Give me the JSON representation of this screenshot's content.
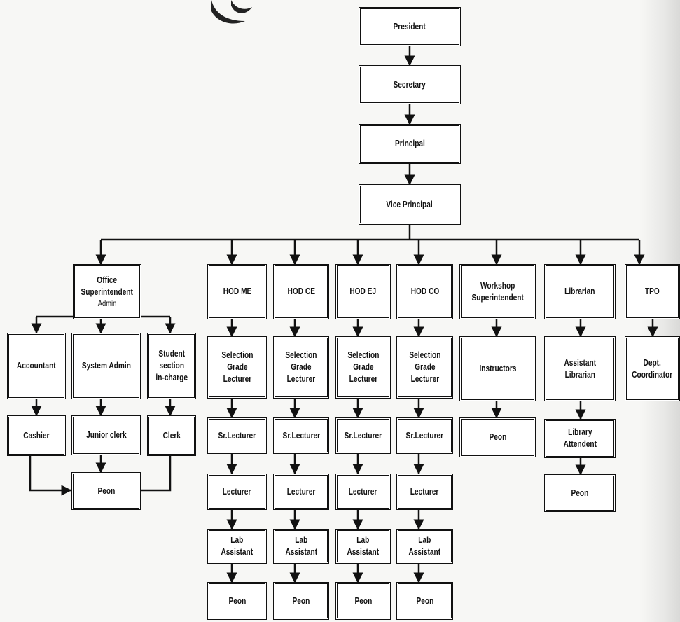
{
  "chart": {
    "top": {
      "president": "President",
      "secretary": "Secretary",
      "principal": "Principal",
      "vice_principal": "Vice Principal"
    },
    "office": {
      "superintendent": "Office\nSuperintendent",
      "superintendent_sub": "Admin",
      "accountant": "Accountant",
      "system_admin": "System Admin",
      "student_section": "Student\nsection\nin-charge",
      "cashier": "Cashier",
      "junior_clerk": "Junior clerk",
      "clerk": "Clerk",
      "peon": "Peon"
    },
    "departments": [
      {
        "hod": "HOD ME",
        "sel": "Selection\nGrade\nLecturer",
        "sr": "Sr.Lecturer",
        "lect": "Lecturer",
        "lab": "Lab\nAssistant",
        "peon": "Peon"
      },
      {
        "hod": "HOD CE",
        "sel": "Selection\nGrade\nLecturer",
        "sr": "Sr.Lecturer",
        "lect": "Lecturer",
        "lab": "Lab\nAssistant",
        "peon": "Peon"
      },
      {
        "hod": "HOD EJ",
        "sel": "Selection\nGrade\nLecturer",
        "sr": "Sr.Lecturer",
        "lect": "Lecturer",
        "lab": "Lab\nAssistant",
        "peon": "Peon"
      },
      {
        "hod": "HOD CO",
        "sel": "Selection\nGrade\nLecturer",
        "sr": "Sr.Lecturer",
        "lect": "Lecturer",
        "lab": "Lab\nAssistant",
        "peon": "Peon"
      }
    ],
    "workshop": {
      "superintendent": "Workshop\nSuperintendent",
      "instructors": "Instructors",
      "peon": "Peon"
    },
    "library": {
      "librarian": "Librarian",
      "assistant": "Assistant\nLibrarian",
      "attendent": "Library\nAttendent",
      "peon": "Peon"
    },
    "tpo": {
      "tpo": "TPO",
      "coordinator": "Dept.\nCoordinator"
    }
  }
}
